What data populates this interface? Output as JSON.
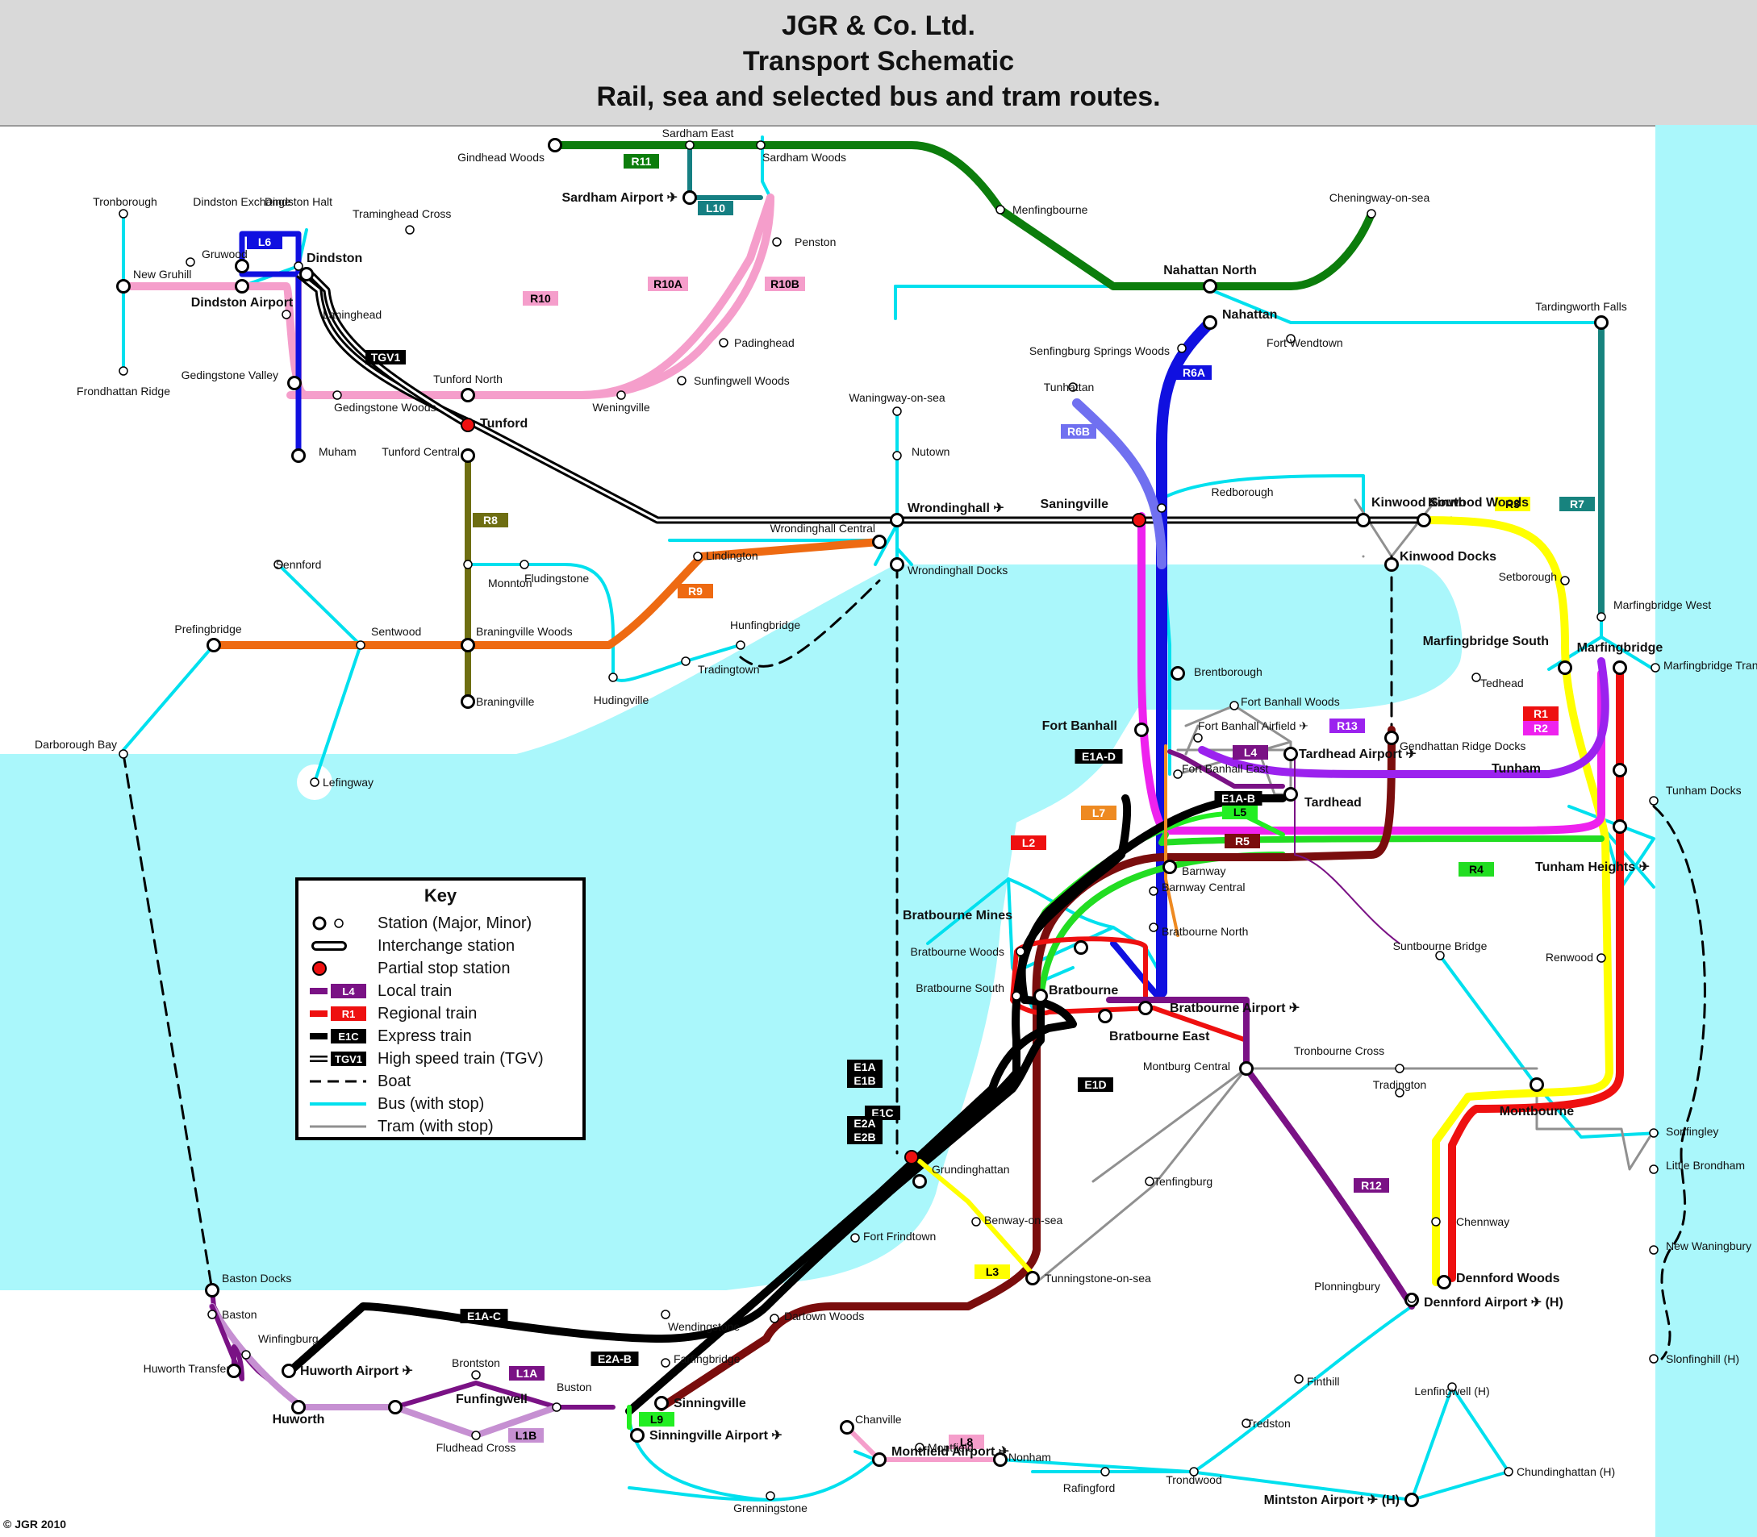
{
  "header": {
    "title_line1": "JGR & Co. Ltd.",
    "title_line2": "Transport Schematic",
    "title_line3": "Rail, sea and selected bus and tram routes."
  },
  "copyright": "© JGR 2010",
  "colors": {
    "sea": "#aaf7fb",
    "R11": "#0c7d0c",
    "L10": "#157f82",
    "R10": "#f59ecb",
    "L6": "#1010e0",
    "TGV1": "#000000",
    "R8": "#6e6e12",
    "R9": "#ee6a12",
    "R6A": "#1010e0",
    "R6B": "#7070f0",
    "R7": "#17837e",
    "R3": "#ffff00",
    "R1": "#ee1010",
    "R2": "#ee22ee",
    "R4": "#22dd22",
    "R5": "#7a0d0d",
    "L4": "#7a1285",
    "L5": "#22ee22",
    "R12": "#7a1285",
    "R13": "#9b22ee",
    "L1A": "#7a1285",
    "L1B": "#c690d2",
    "L3": "#ffff00",
    "L8": "#f59ecb",
    "L9": "#22ee22",
    "L7": "#ee8a22",
    "bus": "#00e0ee",
    "tram": "#909090",
    "express": "#000000"
  },
  "stations": [
    {
      "name": "Gindhead Woods"
    },
    {
      "name": "Sardham East"
    },
    {
      "name": "Sardham Woods"
    },
    {
      "name": "Sardham Airport ✈"
    },
    {
      "name": "Penston"
    },
    {
      "name": "Menfingbourne"
    },
    {
      "name": "Cheningway-on-sea"
    },
    {
      "name": "Nahattan North"
    },
    {
      "name": "Nahattan"
    },
    {
      "name": "Fort Wendtown"
    },
    {
      "name": "Tardingworth Falls"
    },
    {
      "name": "Tronborough"
    },
    {
      "name": "New Gruhill"
    },
    {
      "name": "Gruwood"
    },
    {
      "name": "Dindston Exchange"
    },
    {
      "name": "Dindston Halt"
    },
    {
      "name": "Traminghead Cross"
    },
    {
      "name": "Dindston"
    },
    {
      "name": "Dindston Airport"
    },
    {
      "name": "Laninghead"
    },
    {
      "name": "Frondhattan Ridge"
    },
    {
      "name": "Gedingstone Valley"
    },
    {
      "name": "Gedingstone Woods"
    },
    {
      "name": "Muham"
    },
    {
      "name": "Tunford North"
    },
    {
      "name": "Tunford"
    },
    {
      "name": "Tunford Central"
    },
    {
      "name": "Weningville"
    },
    {
      "name": "Padinghead"
    },
    {
      "name": "Sunfingwell Woods"
    },
    {
      "name": "Senfingburg Springs Woods"
    },
    {
      "name": "Tunhattan"
    },
    {
      "name": "Waningway-on-sea"
    },
    {
      "name": "Nutown"
    },
    {
      "name": "Wrondinghall ✈"
    },
    {
      "name": "Wrondinghall Central"
    },
    {
      "name": "Wrondinghall Docks"
    },
    {
      "name": "Saningville"
    },
    {
      "name": "Redborough"
    },
    {
      "name": "Kinwood South"
    },
    {
      "name": "Kinwood Woods"
    },
    {
      "name": "Kinwood Docks"
    },
    {
      "name": "Setborough"
    },
    {
      "name": "Marfingbridge West"
    },
    {
      "name": "Marfingbridge"
    },
    {
      "name": "Marfingbridge South"
    },
    {
      "name": "Marfingbridge Transfer"
    },
    {
      "name": "Tedhead"
    },
    {
      "name": "Lindington"
    },
    {
      "name": "Monnton"
    },
    {
      "name": "Fludingstone"
    },
    {
      "name": "Sennford"
    },
    {
      "name": "Prefingbridge"
    },
    {
      "name": "Sentwood"
    },
    {
      "name": "Braningville Woods"
    },
    {
      "name": "Hunfingbridge"
    },
    {
      "name": "Tradingtown"
    },
    {
      "name": "Hudingville"
    },
    {
      "name": "Braningville"
    },
    {
      "name": "Darborough Bay"
    },
    {
      "name": "Lefingway"
    },
    {
      "name": "Brentborough"
    },
    {
      "name": "Fort Banhall Woods"
    },
    {
      "name": "Fort Banhall"
    },
    {
      "name": "Fort Banhall Airfield ✈"
    },
    {
      "name": "Fort Banhall East"
    },
    {
      "name": "Tardhead Airport ✈"
    },
    {
      "name": "Gendhattan Ridge Docks"
    },
    {
      "name": "Tardhead"
    },
    {
      "name": "Tunham"
    },
    {
      "name": "Tunham Docks"
    },
    {
      "name": "Tunham Heights ✈"
    },
    {
      "name": "Barnway"
    },
    {
      "name": "Barnway Central"
    },
    {
      "name": "Bratbourne North"
    },
    {
      "name": "Bratbourne Mines"
    },
    {
      "name": "Bratbourne Woods"
    },
    {
      "name": "Bratbourne South"
    },
    {
      "name": "Bratbourne"
    },
    {
      "name": "Bratbourne Airport ✈"
    },
    {
      "name": "Bratbourne East"
    },
    {
      "name": "Suntbourne Bridge"
    },
    {
      "name": "Renwood"
    },
    {
      "name": "Montburg Central"
    },
    {
      "name": "Tronbourne Cross"
    },
    {
      "name": "Tradington"
    },
    {
      "name": "Montbourne"
    },
    {
      "name": "Sonfingley"
    },
    {
      "name": "Little Brondham"
    },
    {
      "name": "New Waningbury"
    },
    {
      "name": "Slonfinghill (H)"
    },
    {
      "name": "Grundinghattan"
    },
    {
      "name": "Benway-on-sea"
    },
    {
      "name": "Tenfingburg"
    },
    {
      "name": "Fort Frindtown"
    },
    {
      "name": "Tunningstone-on-sea"
    },
    {
      "name": "Chennway"
    },
    {
      "name": "Dennford Woods"
    },
    {
      "name": "Dennford Airport ✈ (H)"
    },
    {
      "name": "Plonningbury"
    },
    {
      "name": "Dartown Woods"
    },
    {
      "name": "Wendingstone"
    },
    {
      "name": "Farfingbridge"
    },
    {
      "name": "Sinningville"
    },
    {
      "name": "Sinningville Airport ✈"
    },
    {
      "name": "Baston Docks"
    },
    {
      "name": "Baston"
    },
    {
      "name": "Winfingburg"
    },
    {
      "name": "Huworth Transfer"
    },
    {
      "name": "Huworth Airport ✈"
    },
    {
      "name": "Huworth"
    },
    {
      "name": "Brontston"
    },
    {
      "name": "Funfingwell"
    },
    {
      "name": "Buston"
    },
    {
      "name": "Fludhead Cross"
    },
    {
      "name": "Chanville"
    },
    {
      "name": "Montfield Airport ✈"
    },
    {
      "name": "Montfield"
    },
    {
      "name": "Nonham"
    },
    {
      "name": "Grenningstone"
    },
    {
      "name": "Rafingford"
    },
    {
      "name": "Trondwood"
    },
    {
      "name": "Tredston"
    },
    {
      "name": "Finthill"
    },
    {
      "name": "Lenfingwell (H)"
    },
    {
      "name": "Chundinghattan (H)"
    },
    {
      "name": "Mintston Airport ✈ (H)"
    }
  ],
  "route_labels": [
    "R11",
    "L10",
    "R10",
    "L6",
    "TGV1",
    "R8",
    "R9",
    "R6A",
    "R6B",
    "R7",
    "R3",
    "R1",
    "R2",
    "R4",
    "R5",
    "L4",
    "L5",
    "R12",
    "R13",
    "L1A",
    "L1B",
    "L3",
    "L8",
    "L9",
    "L7",
    "L2",
    "E1A-B",
    "E1A-C",
    "E1A-D",
    "E1C",
    "E1D",
    "E1A",
    "E1B",
    "E2A",
    "E2B",
    "E2A-B",
    "R10A",
    "R10B"
  ],
  "key": {
    "title": "Key",
    "items": [
      {
        "label": "Station (Major, Minor)"
      },
      {
        "label": "Interchange station"
      },
      {
        "label": "Partial stop station"
      },
      {
        "label": "Local train",
        "badge": "L4"
      },
      {
        "label": "Regional train",
        "badge": "R1"
      },
      {
        "label": "Express train",
        "badge": "E1C"
      },
      {
        "label": "High speed train (TGV)",
        "badge": "TGV1"
      },
      {
        "label": "Boat"
      },
      {
        "label": "Bus (with stop)"
      },
      {
        "label": "Tram (with stop)"
      }
    ]
  }
}
